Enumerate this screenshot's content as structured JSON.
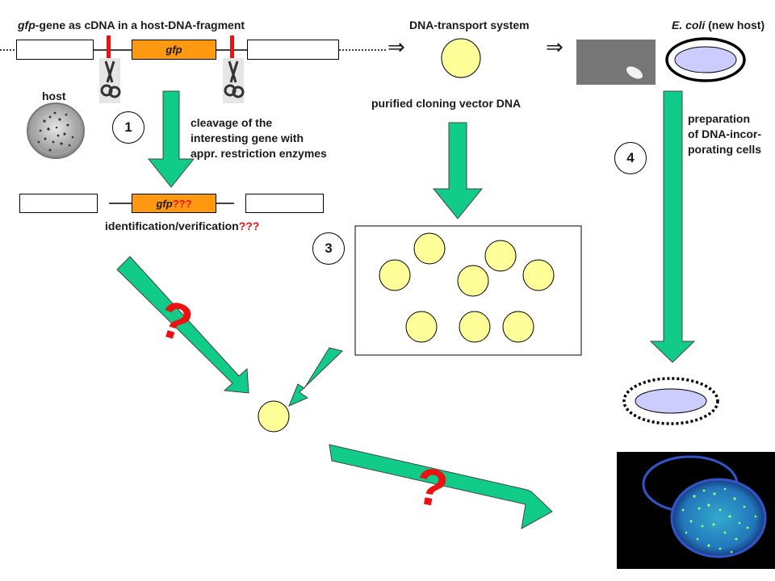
{
  "top_labels": {
    "gene_prefix": "gfp",
    "gene_rest": "-gene as cDNA in a host-DNA-fragment",
    "transport": "DNA-transport system",
    "ecoli_italic": "E. coli",
    "ecoli_rest": " (new host)"
  },
  "fragment": {
    "gfp_label": "gfp"
  },
  "host_label": "host",
  "steps": {
    "step1_number": "1",
    "step1_line1": "cleavage of the",
    "step1_line2": "interesting gene with",
    "step1_line3": "appr. restriction enzymes",
    "step3_number": "3",
    "step4_number": "4",
    "step4_line1": "preparation",
    "step4_line2": "of DNA-incor-",
    "step4_line3": "porating cells"
  },
  "cleaved": {
    "gfp_label": "gfp",
    "gfp_qmarks": "???",
    "identification": "identification/verification",
    "identification_qmarks": "???"
  },
  "vector_label": "purified cloning vector DNA",
  "implies_symbol": "⇒",
  "question_mark": "?",
  "colors": {
    "arrow_green": "#11cc88",
    "plasmid_yellow": "#ffff99",
    "cell_lavender": "#ccccff",
    "gfp_orange": "#ff9911",
    "cut_red": "#ee1111"
  },
  "icons": [
    "scissors-icon",
    "petri-dish-icon",
    "microscope-cell-image",
    "fluorescent-plate-image"
  ]
}
